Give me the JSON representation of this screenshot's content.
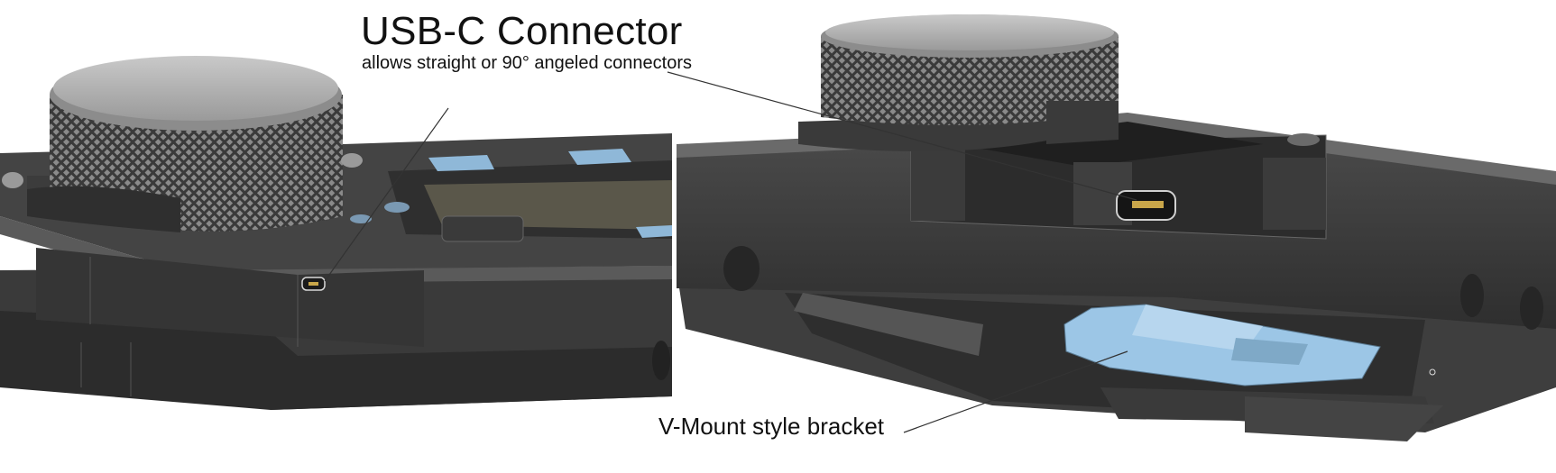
{
  "annotations": {
    "usb_title": "USB-C Connector",
    "usb_subtitle": "allows straight or 90° angeled connectors",
    "bracket_label": "V-Mount style bracket"
  },
  "colors": {
    "body_dark": "#3b3b3b",
    "body_mid": "#4a4a4a",
    "body_light": "#5d5d5d",
    "bracket_blue": "#9cc6e6",
    "background": "#ffffff"
  }
}
